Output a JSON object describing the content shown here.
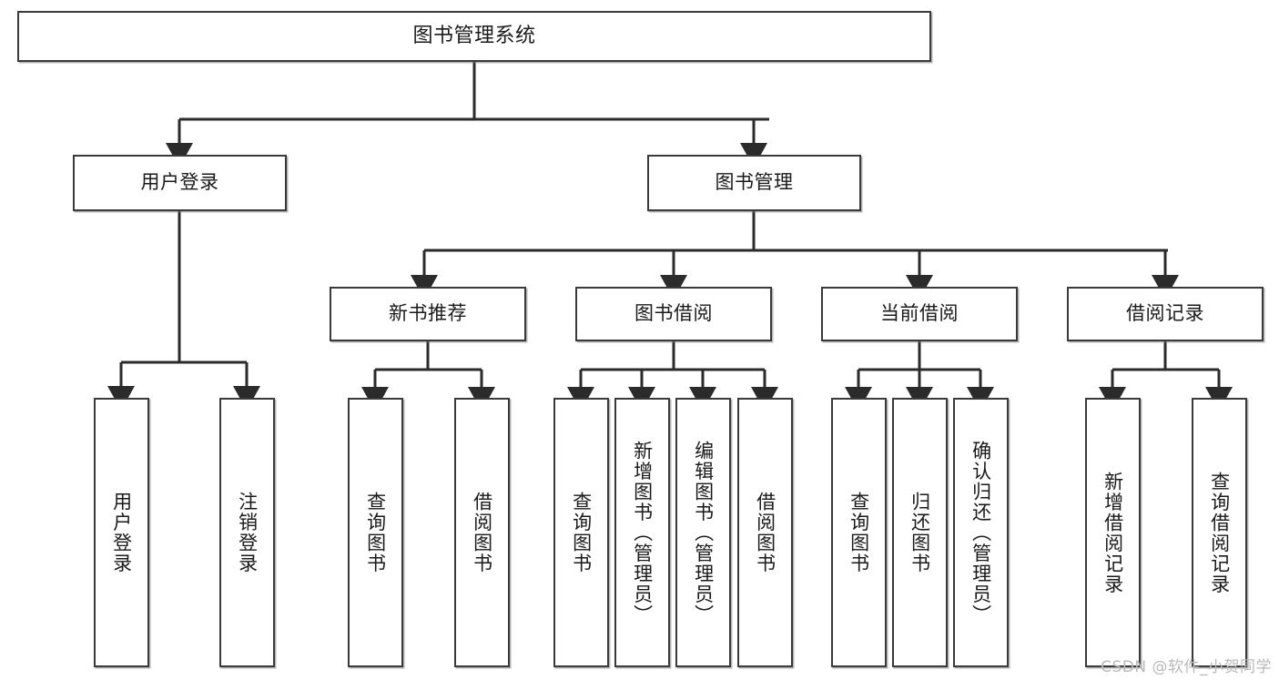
{
  "diagram": {
    "title": "图书管理系统",
    "type": "tree",
    "orientation": "top-down",
    "colors": {
      "box_border": "#3a3a3a",
      "box_fill": "#ffffff",
      "edge": "#2b2b2b",
      "text": "#1a1a1a",
      "watermark": "#b9b9b9"
    }
  },
  "watermark": "CSDN @软件_小贺同学",
  "nodes": {
    "root": {
      "label": "图书管理系统",
      "level": 1
    },
    "level2": [
      {
        "id": "user-login",
        "label": "用户登录"
      },
      {
        "id": "book-manage",
        "label": "图书管理"
      }
    ],
    "level3": [
      {
        "id": "new-book-recommend",
        "label": "新书推荐",
        "parent": "book-manage"
      },
      {
        "id": "book-borrow",
        "label": "图书借阅",
        "parent": "book-manage"
      },
      {
        "id": "current-borrow",
        "label": "当前借阅",
        "parent": "book-manage"
      },
      {
        "id": "borrow-record",
        "label": "借阅记录",
        "parent": "book-manage"
      }
    ],
    "leaves": [
      {
        "id": "leaf-user-login",
        "label": "用户登录",
        "parent": "user-login"
      },
      {
        "id": "leaf-logout-login",
        "label": "注销登录",
        "parent": "user-login"
      },
      {
        "id": "leaf-query-book-1",
        "label": "查询图书",
        "parent": "new-book-recommend"
      },
      {
        "id": "leaf-borrow-book-1",
        "label": "借阅图书",
        "parent": "new-book-recommend"
      },
      {
        "id": "leaf-query-book-2",
        "label": "查询图书",
        "parent": "book-borrow"
      },
      {
        "id": "leaf-add-book",
        "label": "新增图书（管理员）",
        "parent": "book-borrow"
      },
      {
        "id": "leaf-edit-book",
        "label": "编辑图书（管理员）",
        "parent": "book-borrow"
      },
      {
        "id": "leaf-borrow-book-2",
        "label": "借阅图书",
        "parent": "book-borrow"
      },
      {
        "id": "leaf-query-book-3",
        "label": "查询图书",
        "parent": "current-borrow"
      },
      {
        "id": "leaf-return-book",
        "label": "归还图书",
        "parent": "current-borrow"
      },
      {
        "id": "leaf-confirm-return",
        "label": "确认归还（管理员）",
        "parent": "current-borrow"
      },
      {
        "id": "leaf-add-record",
        "label": "新增借阅记录",
        "parent": "borrow-record"
      },
      {
        "id": "leaf-query-record",
        "label": "查询借阅记录",
        "parent": "borrow-record"
      }
    ]
  }
}
